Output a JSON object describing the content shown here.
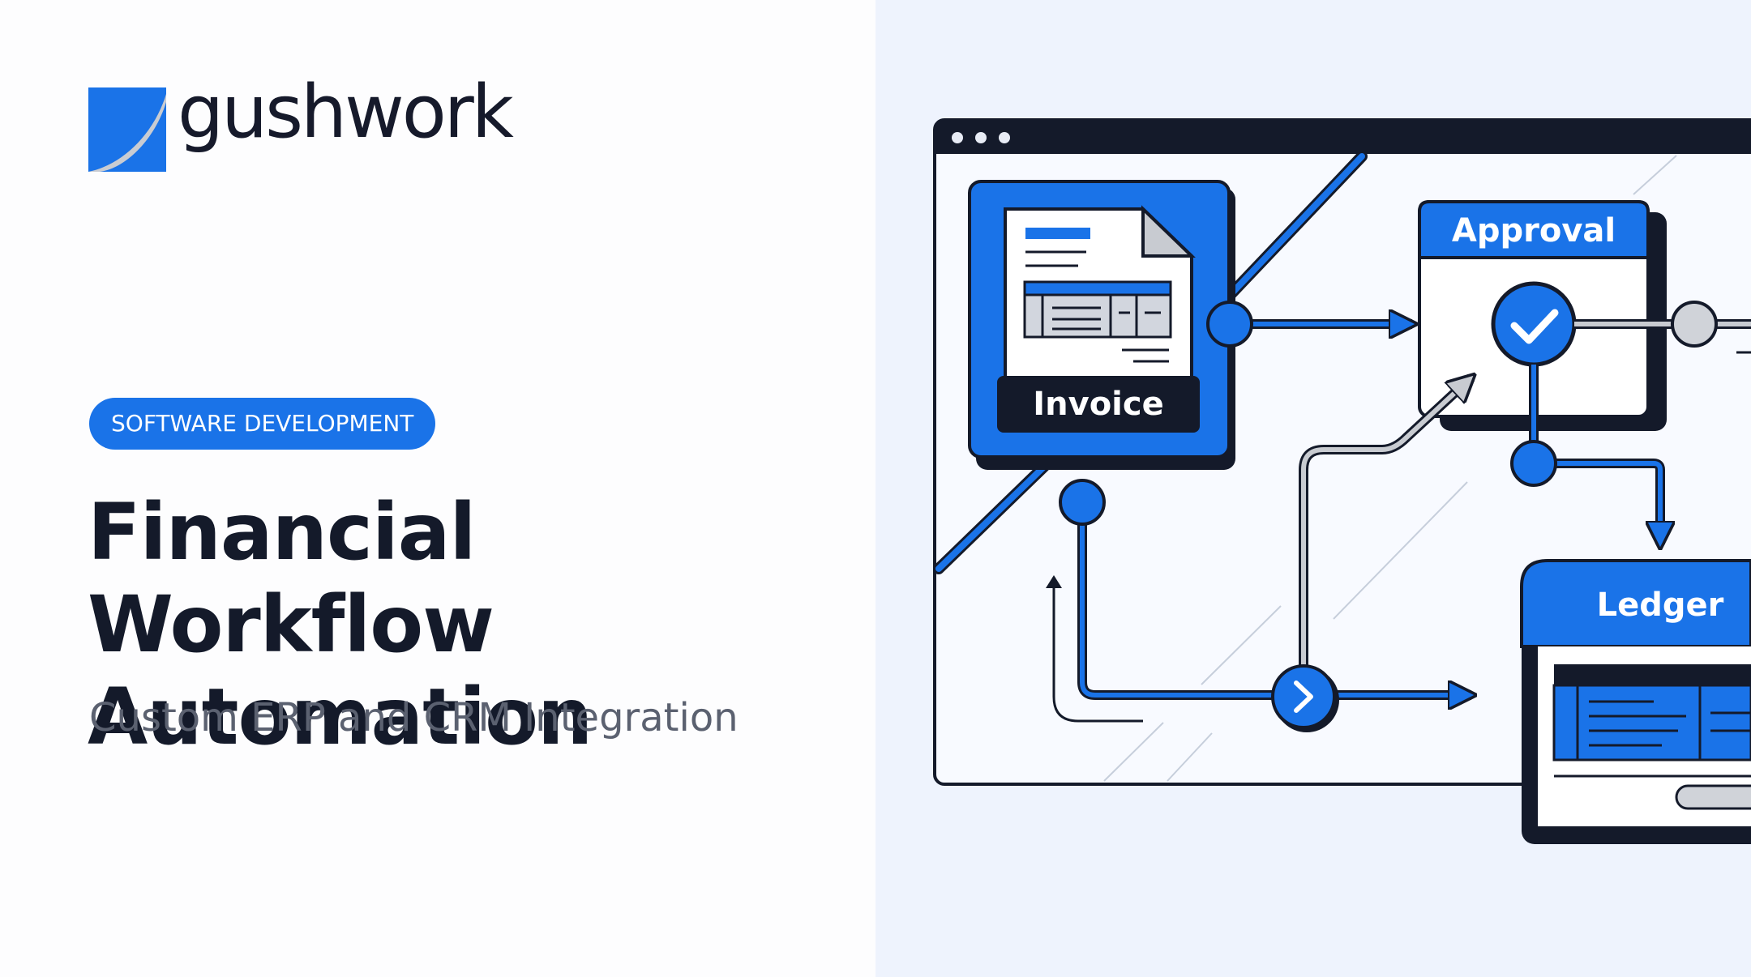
{
  "brand": {
    "name": "gushwork",
    "colors": {
      "primary_blue": "#1a73e8",
      "dark": "#141a2a",
      "light_panel": "#eef3fd"
    }
  },
  "badge": {
    "label": "SOFTWARE DEVELOPMENT"
  },
  "headline": {
    "line1": "Financial Workflow",
    "line2": "Automation"
  },
  "subtitle": "Custom ERP and CRM Integration",
  "illustration": {
    "nodes": [
      {
        "label": "Invoice",
        "icon": "invoice-document-icon"
      },
      {
        "label": "Approval",
        "icon": "checkmark-icon"
      },
      {
        "label": "Ledger",
        "icon": "ledger-table-icon"
      }
    ],
    "window_icons": [
      "window-dot-icon",
      "window-dot-icon",
      "window-dot-icon"
    ],
    "connector_icon": "chevron-right-icon"
  }
}
